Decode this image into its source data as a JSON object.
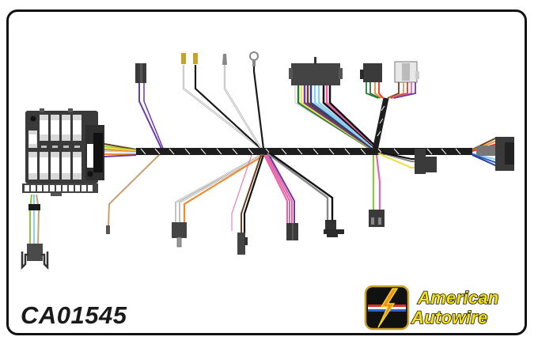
{
  "document": {
    "part_number": "CA01545",
    "brand": {
      "line1": "American",
      "line2": "Autowire",
      "logo_icon": "lightning-bolt-icon",
      "colors": {
        "text_fill": "#f5e11a",
        "text_outline": "#111111",
        "badge_bg": "#111111",
        "badge_border": "#c9a227",
        "stripe_red": "#d9322a",
        "stripe_white": "#ffffff",
        "stripe_blue": "#2a62c9",
        "bolt_fill": "#f28a2a"
      }
    }
  },
  "diagram": {
    "title": "Wiring harness diagram",
    "trunk": {
      "color": "#1e1e1e",
      "stripe_color": "#ffffff"
    },
    "components": [
      {
        "id": "fuse-block",
        "label": "Fuse block",
        "position": "left"
      },
      {
        "id": "fuse-block-plug",
        "label": "Fuse block pigtail connector",
        "wires": [
          "green",
          "light-blue",
          "tan"
        ]
      },
      {
        "id": "tan-terminal",
        "label": "Tan wire terminal",
        "wires": [
          "tan"
        ]
      },
      {
        "id": "purple-connector",
        "label": "2-pin connector",
        "wires": [
          "purple",
          "purple/white"
        ]
      },
      {
        "id": "spade-terminals",
        "label": "Spade terminals",
        "wires": [
          "white",
          "black"
        ]
      },
      {
        "id": "bullet-terminal",
        "label": "Bullet terminal",
        "wires": [
          "white"
        ]
      },
      {
        "id": "ring-terminal",
        "label": "Ring terminal",
        "wires": [
          "black"
        ]
      },
      {
        "id": "multi-pin-connector",
        "label": "Multi-pin connector",
        "wires": [
          "white",
          "green",
          "yellow",
          "purple",
          "brown",
          "dark-blue",
          "light-blue",
          "black",
          "pink",
          "white"
        ]
      },
      {
        "id": "dual-connectors",
        "label": "Dual connectors",
        "wires": [
          "green",
          "orange",
          "red",
          "brown",
          "pink",
          "purple"
        ]
      },
      {
        "id": "orange-connector",
        "label": "Connector",
        "wires": [
          "white",
          "orange"
        ]
      },
      {
        "id": "pink-lead",
        "label": "Pink lead",
        "wires": [
          "pink"
        ]
      },
      {
        "id": "brown-black-connector",
        "label": "Connector",
        "wires": [
          "brown",
          "black"
        ]
      },
      {
        "id": "pink-purple-connector",
        "label": "Connector",
        "wires": [
          "pink",
          "pink",
          "purple"
        ]
      },
      {
        "id": "gray-black-socket",
        "label": "Socket",
        "wires": [
          "gray",
          "black"
        ]
      },
      {
        "id": "green-pink-connector",
        "label": "Connector",
        "wires": [
          "green",
          "pink"
        ]
      },
      {
        "id": "yellow-connector",
        "label": "Connector",
        "wires": [
          "yellow",
          "gray",
          "black"
        ]
      },
      {
        "id": "right-connector",
        "label": "Bulkhead connector",
        "wires": [
          "brown",
          "orange",
          "red",
          "gray",
          "white",
          "light-blue",
          "blue"
        ]
      }
    ]
  }
}
